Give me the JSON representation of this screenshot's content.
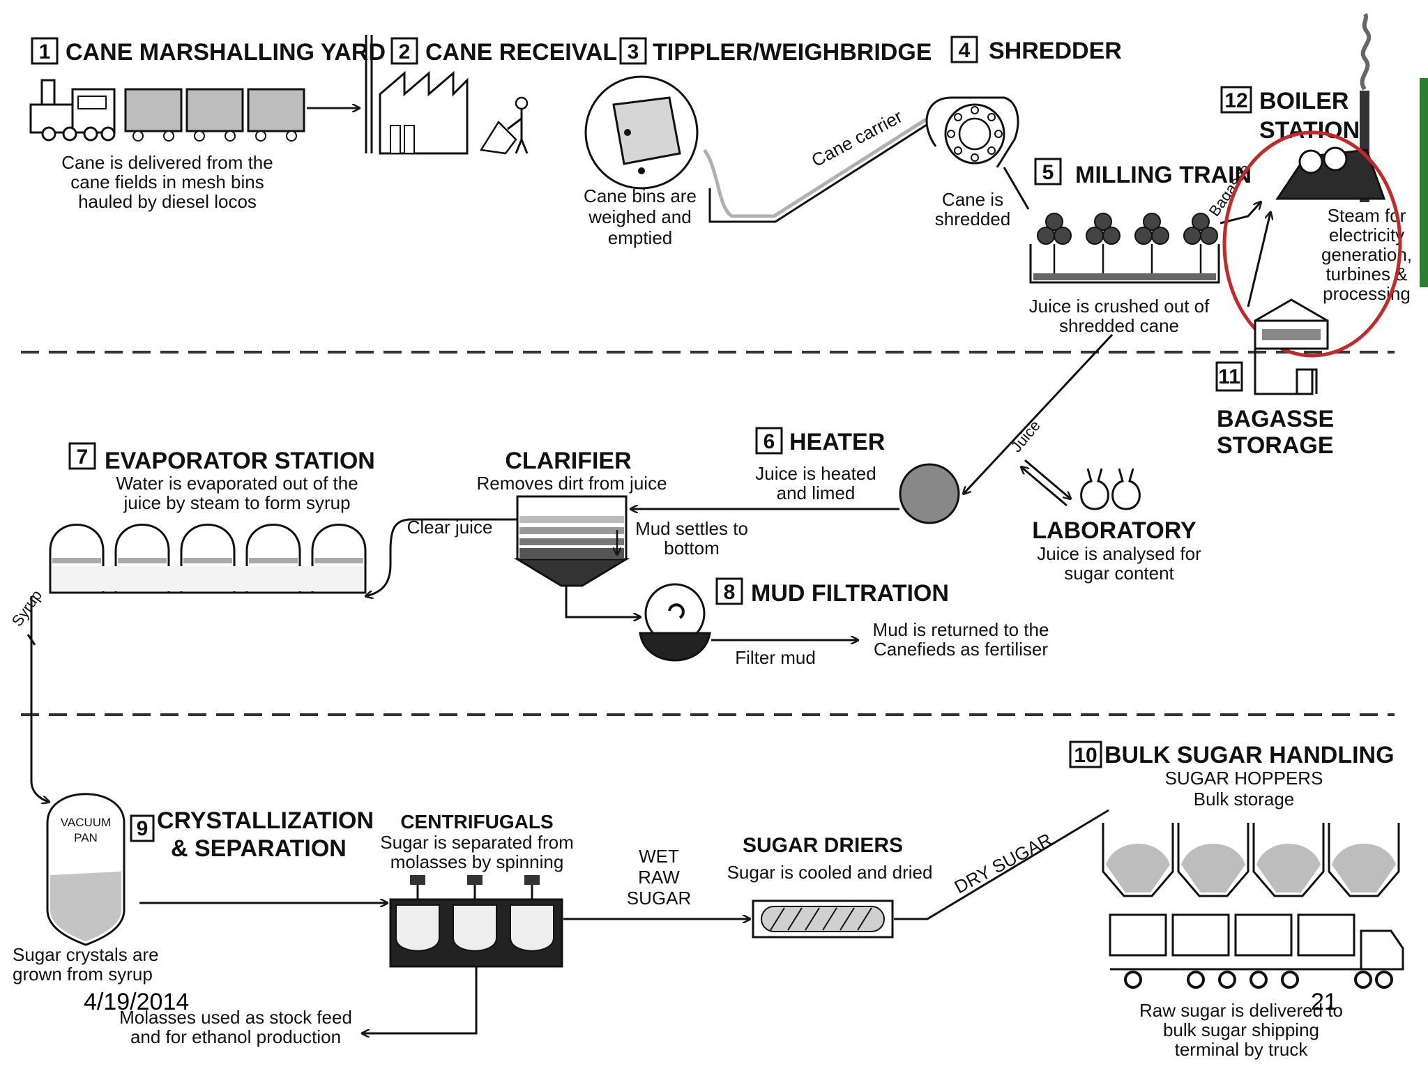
{
  "colors": {
    "ink": "#1a1a1a",
    "fill": "#bdbdbd",
    "highlight": "#c62828",
    "accent": "#2e7d32"
  },
  "steps": {
    "s1": {
      "num": "1",
      "title": "CANE MARSHALLING YARD",
      "desc": [
        "Cane is delivered from the",
        "cane fields in mesh bins",
        "hauled by diesel locos"
      ]
    },
    "s2": {
      "num": "2",
      "title": "CANE RECEIVAL"
    },
    "s3": {
      "num": "3",
      "title": "TIPPLER/WEIGHBRIDGE",
      "desc": [
        "Cane bins are",
        "weighed and",
        "emptied"
      ]
    },
    "s4": {
      "num": "4",
      "title": "SHREDDER",
      "desc": [
        "Cane is",
        "shredded"
      ]
    },
    "s5": {
      "num": "5",
      "title": "MILLING TRAIN",
      "desc": [
        "Juice is crushed out of",
        "shredded cane"
      ]
    },
    "s6": {
      "num": "6",
      "title": "HEATER",
      "desc": [
        "Juice is heated",
        "and limed"
      ]
    },
    "s7": {
      "num": "7",
      "title": "EVAPORATOR STATION",
      "desc": [
        "Water is evaporated out of the",
        "juice by steam to form syrup"
      ]
    },
    "s8": {
      "num": "8",
      "title": "MUD FILTRATION",
      "desc": [
        "Mud is returned to the",
        "Canefieds as fertiliser"
      ]
    },
    "s9": {
      "num": "9",
      "title": [
        "CRYSTALLIZATION",
        "& SEPARATION"
      ],
      "desc": [
        "Sugar crystals are",
        "grown from syrup"
      ]
    },
    "s10": {
      "num": "10",
      "title": "BULK SUGAR HANDLING",
      "sub": [
        "SUGAR HOPPERS",
        "Bulk storage"
      ],
      "desc": [
        "Raw sugar is delivered to",
        "bulk sugar shipping",
        "terminal by truck"
      ]
    },
    "s11": {
      "num": "11",
      "title": [
        "BAGASSE",
        "STORAGE"
      ]
    },
    "s12": {
      "num": "12",
      "title": [
        "BOILER",
        "STATION"
      ],
      "desc": [
        "Steam for",
        "electricity",
        "generation,",
        "turbines &",
        "processing"
      ]
    }
  },
  "labels": {
    "cane_carrier": "Cane carrier",
    "bagasse": "Bagasse",
    "juice": "Juice",
    "clarifier_title": "CLARIFIER",
    "clarifier_desc": "Removes dirt from juice",
    "clear_juice": "Clear juice",
    "mud_settles": [
      "Mud settles to",
      "bottom"
    ],
    "filter_mud": "Filter mud",
    "laboratory_title": "LABORATORY",
    "laboratory_desc": [
      "Juice is analysed for",
      "sugar content"
    ],
    "syrup": "Syrup",
    "vacuum_pan": [
      "VACUUM",
      "PAN"
    ],
    "centrifugals_title": "CENTRIFUGALS",
    "centrifugals_desc": [
      "Sugar is separated from",
      "molasses by spinning"
    ],
    "wet_raw_sugar": [
      "WET",
      "RAW",
      "SUGAR"
    ],
    "sugar_driers_title": "SUGAR DRIERS",
    "sugar_driers_desc": "Sugar is cooled and dried",
    "dry_sugar": "DRY SUGAR",
    "molasses": [
      "Molasses used as stock feed",
      "and for ethanol production"
    ]
  },
  "footer": {
    "date": "4/19/2014",
    "page": "21"
  }
}
